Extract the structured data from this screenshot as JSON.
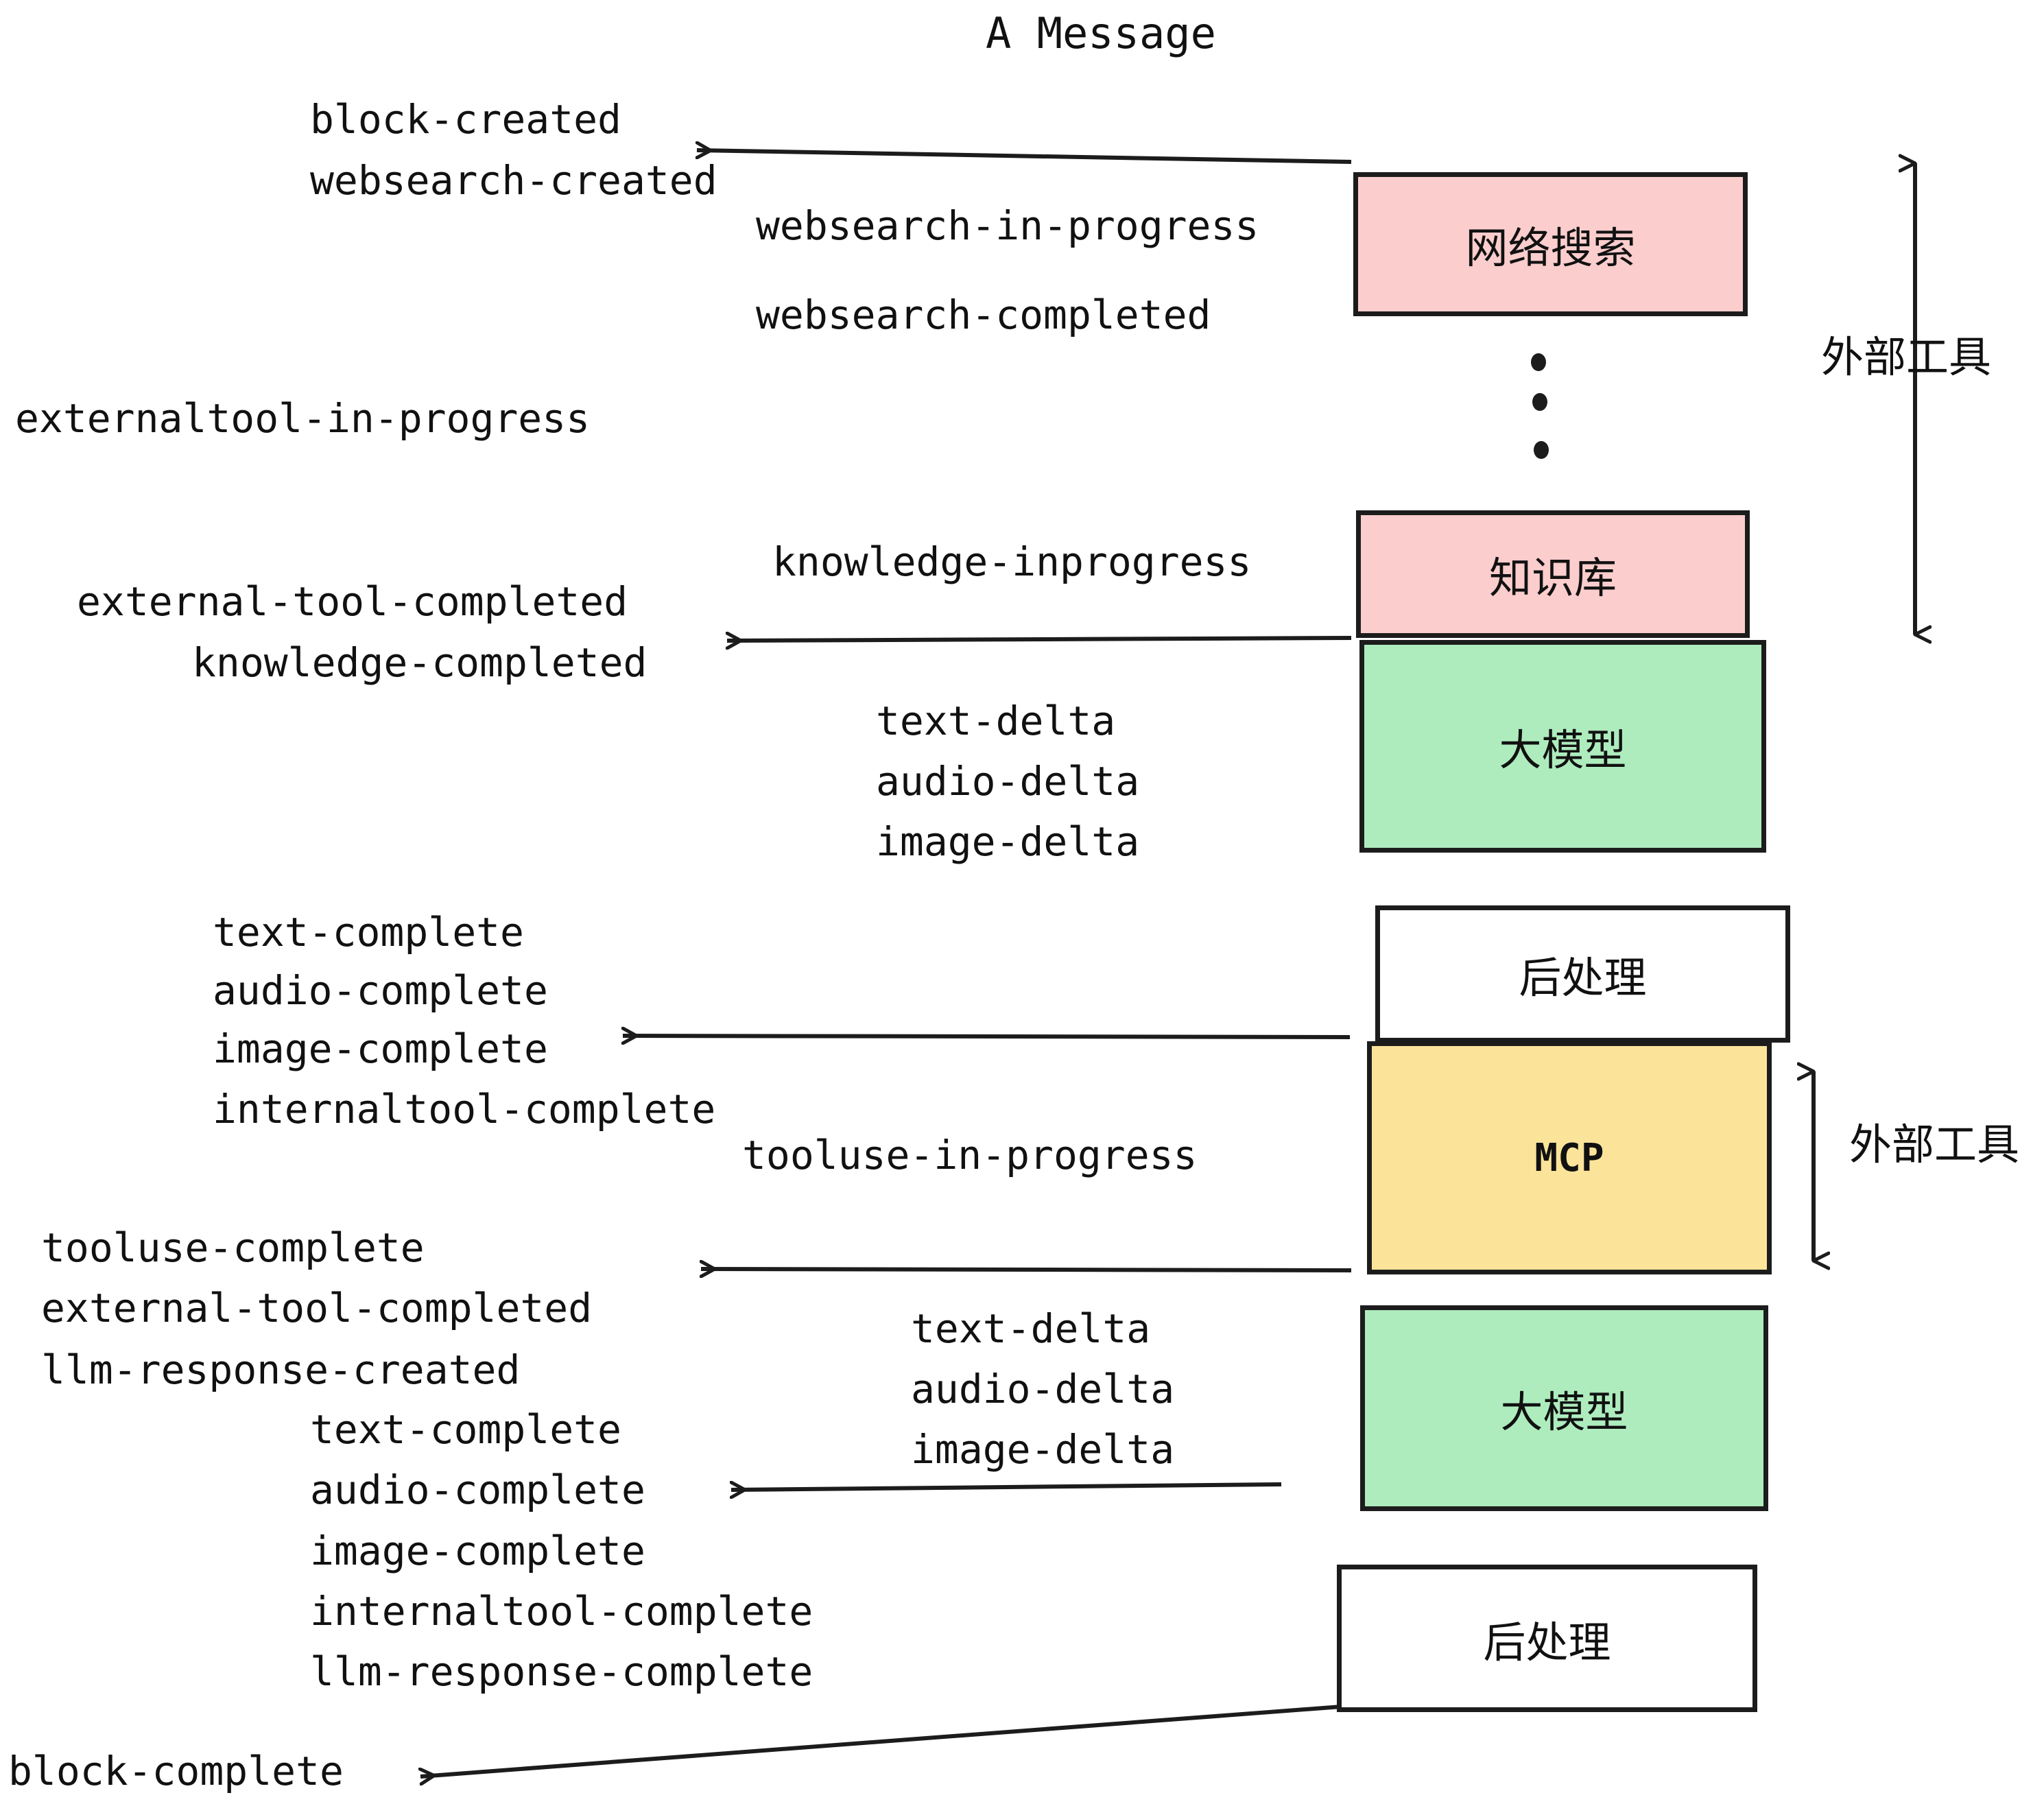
{
  "diagram": {
    "title": "A Message",
    "colors": {
      "external_tool_fill": "#fbcdcd",
      "llm_fill": "#aeecbe",
      "mcp_fill": "#fbe49a",
      "postprocess_fill": "#ffffff",
      "stroke": "#1c1c1c",
      "text": "#111111",
      "background": "#ffffff"
    },
    "nodes": [
      {
        "id": "websearch",
        "label": "网络搜索",
        "kind": "external-tool",
        "fill": "#fbcdcd"
      },
      {
        "id": "knowledge",
        "label": "知识库",
        "kind": "external-tool",
        "fill": "#fbcdcd"
      },
      {
        "id": "llm-1",
        "label": "大模型",
        "kind": "llm",
        "fill": "#aeecbe"
      },
      {
        "id": "postprocess-1",
        "label": "后处理",
        "kind": "post-process",
        "fill": "#ffffff"
      },
      {
        "id": "mcp",
        "label": "MCP",
        "kind": "external-tool",
        "fill": "#fbe49a"
      },
      {
        "id": "llm-2",
        "label": "大模型",
        "kind": "llm",
        "fill": "#aeecbe"
      },
      {
        "id": "postprocess-2",
        "label": "后处理",
        "kind": "post-process",
        "fill": "#ffffff"
      }
    ],
    "group_labels": [
      {
        "id": "external-tools-top",
        "label": "外部工具"
      },
      {
        "id": "external-tools-bottom",
        "label": "外部工具"
      }
    ],
    "events": [
      {
        "id": "block-created",
        "label": "block-created"
      },
      {
        "id": "websearch-created",
        "label": "websearch-created"
      },
      {
        "id": "websearch-in-progress",
        "label": "websearch-in-progress"
      },
      {
        "id": "websearch-completed",
        "label": "websearch-completed"
      },
      {
        "id": "externaltool-in-progress",
        "label": "externaltool-in-progress"
      },
      {
        "id": "knowledge-inprogress",
        "label": "knowledge-inprogress"
      },
      {
        "id": "external-tool-completed-1",
        "label": "external-tool-completed"
      },
      {
        "id": "knowledge-completed",
        "label": "knowledge-completed"
      },
      {
        "id": "text-delta-1",
        "label": "text-delta"
      },
      {
        "id": "audio-delta-1",
        "label": "audio-delta"
      },
      {
        "id": "image-delta-1",
        "label": "image-delta"
      },
      {
        "id": "text-complete-1",
        "label": "text-complete"
      },
      {
        "id": "audio-complete-1",
        "label": "audio-complete"
      },
      {
        "id": "image-complete-1",
        "label": "image-complete"
      },
      {
        "id": "internaltool-complete-1",
        "label": "internaltool-complete"
      },
      {
        "id": "tooluse-in-progress",
        "label": "tooluse-in-progress"
      },
      {
        "id": "tooluse-complete",
        "label": "tooluse-complete"
      },
      {
        "id": "external-tool-completed-2",
        "label": "external-tool-completed"
      },
      {
        "id": "llm-response-created",
        "label": "llm-response-created"
      },
      {
        "id": "text-delta-2",
        "label": "text-delta"
      },
      {
        "id": "audio-delta-2",
        "label": "audio-delta"
      },
      {
        "id": "image-delta-2",
        "label": "image-delta"
      },
      {
        "id": "text-complete-2",
        "label": "text-complete"
      },
      {
        "id": "audio-complete-2",
        "label": "audio-complete"
      },
      {
        "id": "image-complete-2",
        "label": "image-complete"
      },
      {
        "id": "internaltool-complete-2",
        "label": "internaltool-complete"
      },
      {
        "id": "llm-response-complete",
        "label": "llm-response-complete"
      },
      {
        "id": "block-complete",
        "label": "block-complete"
      }
    ],
    "ellipsis": {
      "count": 3,
      "meaning": "more external tools"
    }
  }
}
